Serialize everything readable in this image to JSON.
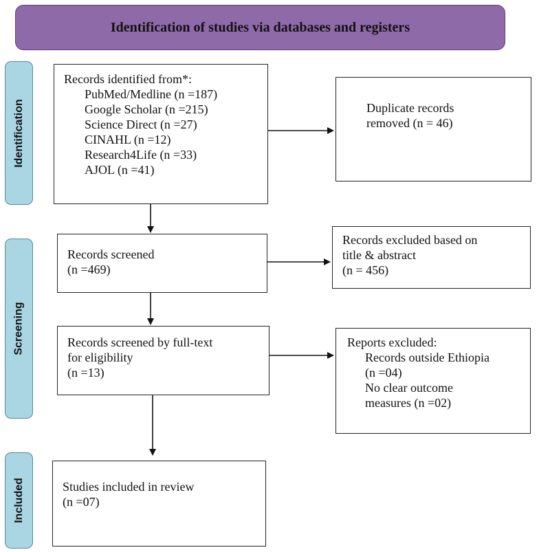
{
  "header": {
    "title": "Identification of studies via databases and registers"
  },
  "phases": {
    "identification": "Identification",
    "screening": "Screening",
    "included": "Included"
  },
  "records_identified": {
    "heading": "Records identified from*:",
    "sources": [
      "PubMed/Medline (n =187)",
      "Google Scholar (n =215)",
      "Science Direct (n =27)",
      "CINAHL  (n =12)",
      "Research4Life (n =33)",
      "AJOL (n =41)"
    ]
  },
  "duplicates_removed": {
    "line1": "Duplicate records",
    "line2": "removed (n = 46)"
  },
  "records_screened": {
    "line1": "Records screened",
    "line2": "(n =469)"
  },
  "records_excluded": {
    "line1": "Records excluded based on",
    "line2": "title & abstract",
    "line3": "(n = 456)"
  },
  "full_text": {
    "line1": "Records screened by full-text",
    "line2": "for eligibility",
    "line3": "(n =13)"
  },
  "reports_excluded": {
    "heading": "Reports excluded:",
    "line1": "Records outside Ethiopia",
    "line2": "(n =04)",
    "line3": "No clear outcome",
    "line4": "measures (n =02)"
  },
  "included": {
    "line1": "Studies included in review",
    "line2": "(n =07)"
  },
  "colors": {
    "header_fill": "#8e6aa9",
    "phase_fill": "#a9d6e2"
  }
}
